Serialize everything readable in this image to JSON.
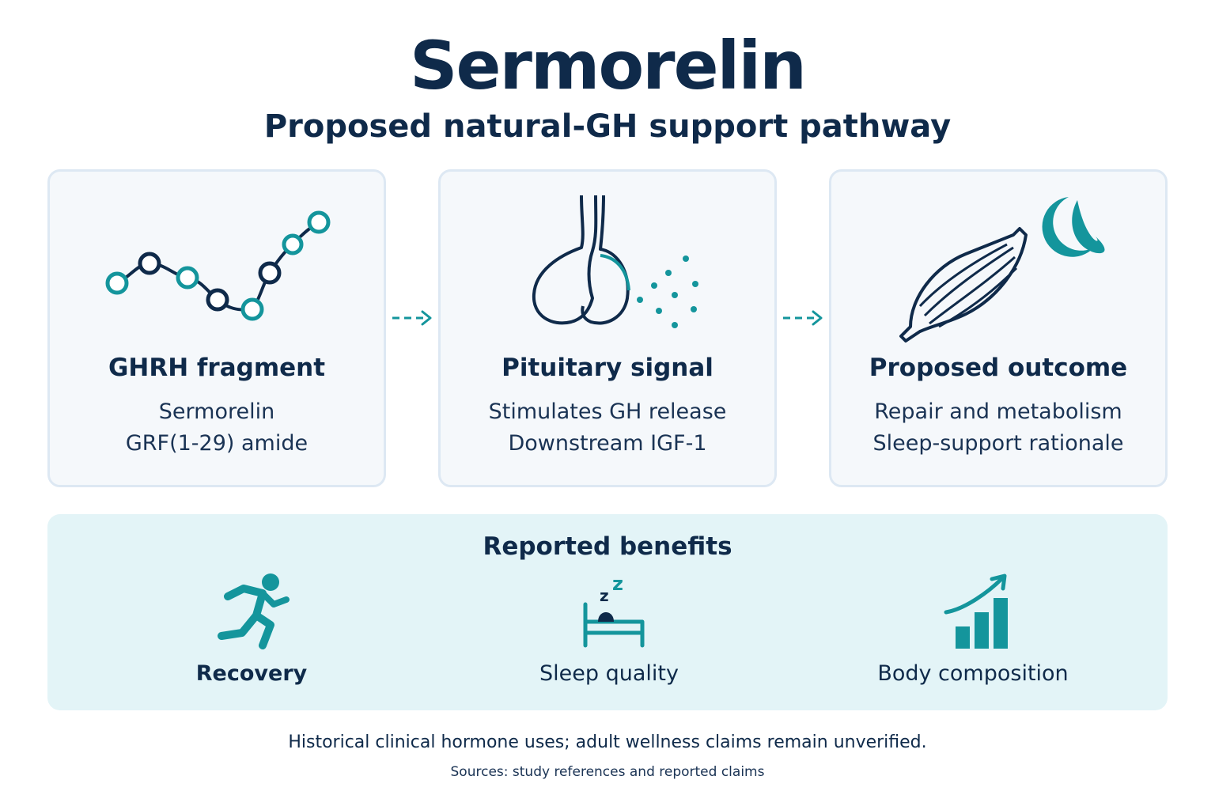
{
  "header": {
    "title": "Sermorelin",
    "subtitle": "Proposed natural-GH support pathway"
  },
  "pathway": {
    "steps": [
      {
        "icon": "peptide-chain-icon",
        "title": "GHRH fragment",
        "line1": "Sermorelin",
        "line2": "GRF(1-29) amide"
      },
      {
        "icon": "pituitary-gland-icon",
        "title": "Pituitary signal",
        "line1": "Stimulates GH release",
        "line2": "Downstream IGF-1"
      },
      {
        "icon": "muscle-moon-icon",
        "title": "Proposed outcome",
        "line1": "Repair and metabolism",
        "line2": "Sleep-support rationale"
      }
    ],
    "arrow_icon": "dashed-arrow-right-icon"
  },
  "benefits": {
    "title": "Reported benefits",
    "items": [
      {
        "icon": "runner-icon",
        "label": "Recovery"
      },
      {
        "icon": "sleeping-bed-icon",
        "label": "Sleep quality"
      },
      {
        "icon": "rising-bar-chart-icon",
        "label": "Body composition"
      }
    ]
  },
  "footer": {
    "disclaimer": "Historical clinical hormone uses; adult wellness claims remain unverified.",
    "sources": "Sources: study references and reported claims"
  },
  "colors": {
    "navy": "#0f2a4a",
    "teal": "#14959c",
    "card_bg": "#f5f8fb",
    "card_border": "#dde8f3",
    "benefits_bg": "#e3f4f7"
  }
}
